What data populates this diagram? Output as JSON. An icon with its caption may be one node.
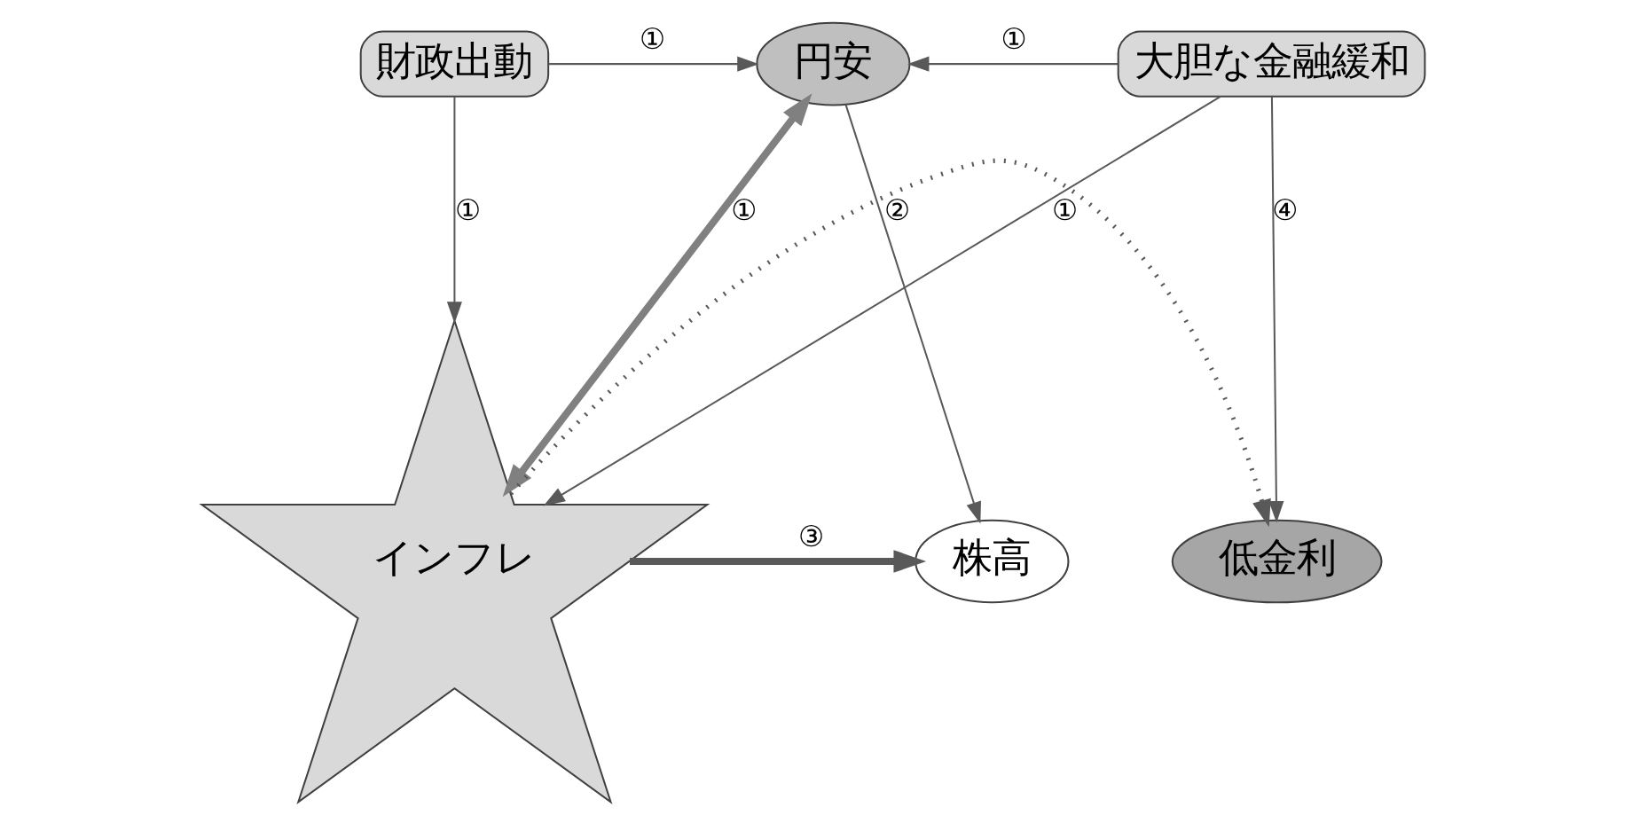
{
  "diagram": {
    "nodes": [
      {
        "text": [
          "財政出動"
        ]
      },
      {
        "text": [
          "円安"
        ]
      },
      {
        "text": [
          "大胆な金融緩和"
        ]
      },
      {
        "text": [
          "株高"
        ]
      },
      {
        "text": [
          "インフレ"
        ]
      },
      {
        "text": [
          "低金利"
        ]
      }
    ],
    "edges": [
      {
        "from": 0,
        "to": 1,
        "arrow": "to",
        "label": "①"
      },
      {
        "from": 2,
        "to": 1,
        "arrow": "to",
        "label": "①"
      },
      {
        "from": 0,
        "to": 4,
        "arrow": "to",
        "label": "①"
      },
      {
        "from": 1,
        "to": 3,
        "arrow": "to",
        "label": "②"
      },
      {
        "from": 1,
        "to": 4,
        "arrow": "both",
        "label": "①",
        "style": "thick",
        "color": "#808080"
      },
      {
        "from": 2,
        "to": 4,
        "arrow": "to",
        "label": "①"
      },
      {
        "from": 2,
        "to": 5,
        "arrow": "to",
        "label": "④"
      },
      {
        "from": 4,
        "to": 3,
        "arrow": "to",
        "label": "③",
        "style": "thick"
      },
      {
        "from": 4,
        "to": 5,
        "arrow": "to",
        "style": "dashed"
      }
    ]
  }
}
